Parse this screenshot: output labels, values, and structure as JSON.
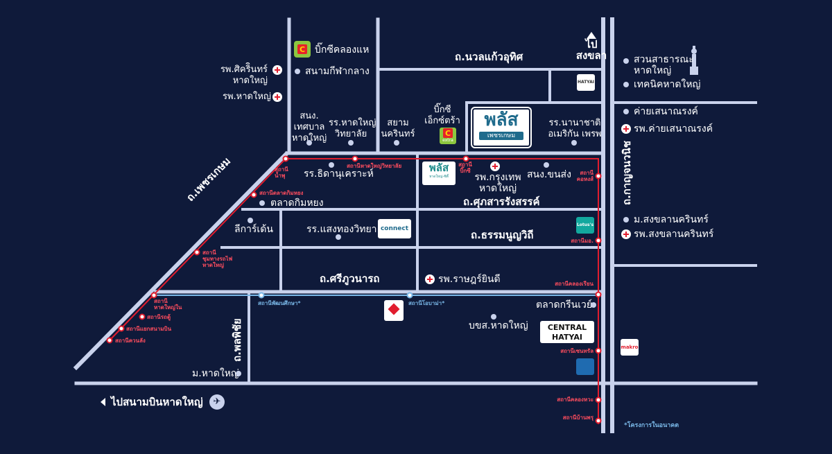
{
  "colors": {
    "background": "#0f1a3a",
    "road": "#c9d2ec",
    "red_line": "#e11d2e",
    "blue_line": "#7ab8e8",
    "hospital": "#e11d2e"
  },
  "roads": {
    "nawa_kaew": "ถ.นวลแก้วอุทิศ",
    "phetkasem": "ถ.เพชรเกษม",
    "kanjanawanit": "ถ.กาญจนวนิช",
    "suksan": "ถ.ศุภสารรังสรรค์",
    "thammanoon": "ถ.ธรรมนูญวิถี",
    "sriphuwanart": "ถ.ศรีภูวนารถ",
    "phonphichai": "ถ.พลพิชัย"
  },
  "direction": {
    "songkhla": "ไป\nสงขลา",
    "airport": "ไปสนามบินหาดใหญ่"
  },
  "places": {
    "bigc_klonghae": "บิ๊กซีคลองแห",
    "stadium": "สนามกีฬากลาง",
    "hosp_sirin": "รพ.ศิคริินทร์\nหาดใหญ่",
    "hosp_hatyai": "รพ.หาดใหญ่",
    "thetsaban": "สนง.\nเทศบาล\nหาดใหญ่",
    "hatyai_wittayalai": "รร.หาดใหญ่\nวิทยาลัย",
    "siam_nakarin": "สยาม\nนครินทร์",
    "bigc_extra": "บิ๊กซี\nเอ็กซ์ตร้า",
    "nanachart": "รร.นานาชาติ\nอเมริกัน เพรพ",
    "public_park": "สวนสาธารณะ\nหาดใหญ่",
    "tech_hatyai": "เทคนิคหาดใหญ่",
    "camp": "ค่ายเสนาณรงค์",
    "hosp_camp": "รพ.ค่ายเสนาณรงค์",
    "thida": "รร.ธิดานุเคราะห์",
    "bangkok_hosp": "รพ.กรุงเทพ\nหาดใหญ่",
    "transport": "สนง.ขนส่ง",
    "kimyong": "ตลาดกิมหยง",
    "leegarden": "ลีการ์เด้น",
    "saengthong": "รร.แสงทองวิทยา",
    "psu": "ม.สงขลานครินทร์",
    "hosp_psu": "รพ.สงขลานครินทร์",
    "rajyindee": "รพ.ราษฎร์ยินดี",
    "greenway": "ตลาดกรีนเวย์",
    "bks": "บขส.หาดใหญ่",
    "uni_hatyai": "ม.หาดใหญ่"
  },
  "logos": {
    "plus_main_title": "พลัส",
    "plus_main_sub": "เพชรเกษม",
    "plus_small_title": "พลัส",
    "plus_small_sub": "หาดใหญ่-ซิตี้",
    "connect": "connect",
    "lotus": "Lotus's",
    "central_line1": "CENTRAL",
    "central_line2": "HATYAI",
    "makro": "makro",
    "hatyai_village": "HATYAI",
    "bigc_small": "C",
    "extra": "extra"
  },
  "stations_red": {
    "nam_phu": "สถานี\nน้ำพุ",
    "hatyai_wittaya": "สถานีหาดใหญ่วิทยาลัย",
    "bigc": "สถานี\nบิ๊กซี",
    "khohong": "สถานี\nคอหงส์",
    "kimyong": "สถานีตลาดกิมหยง",
    "rail": "สถานี\nชุมทางรถไฟ\nหาดใหญ่",
    "mor": "สถานีมอ.",
    "khlong_rian": "สถานีคลองเรียน",
    "hatyai_nai": "สถานี\nหาดใหญ่ใน",
    "rot_tu": "สถานีรถตู้",
    "yaek_sanambin": "สถานีแยกสนามบิน",
    "khuan_lang": "สถานีควนลัง",
    "central": "สถานีเซนทรัล",
    "khlong_wa": "สถานีคลองหวะ",
    "ban_phru": "สถานีบ้านพรุ"
  },
  "stations_blue": {
    "phatthana": "สถานีพัฒนศึกษา*",
    "obama": "สถานีโอบาม่า*"
  },
  "note": "*โครงการในอนาคต"
}
